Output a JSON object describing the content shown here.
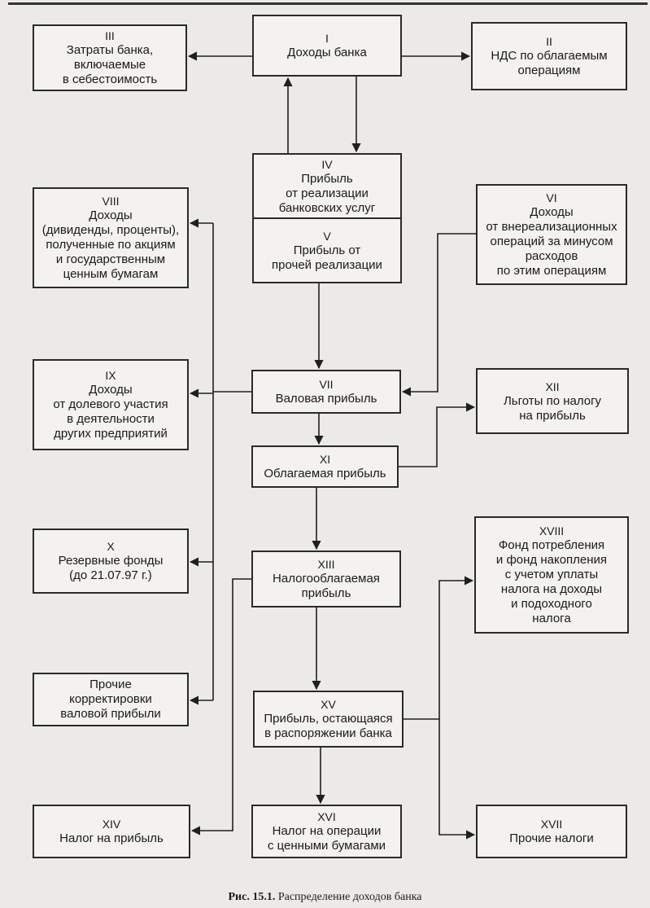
{
  "diagram": {
    "nodes": {
      "i": {
        "num": "I",
        "text": "Доходы банка"
      },
      "ii": {
        "num": "II",
        "text": "НДС по облагаемым\nоперациям"
      },
      "iii": {
        "num": "III",
        "text": "Затраты банка,\nвключаемые\nв себестоимость"
      },
      "iv": {
        "num": "IV",
        "text": "Прибыль\nот реализации\nбанковских услуг"
      },
      "v": {
        "num": "V",
        "text": "Прибыль от\nпрочей реализации"
      },
      "vi": {
        "num": "VI",
        "text": "Доходы\nот внереализационных\nопераций за минусом\nрасходов\nпо этим операциям"
      },
      "vii": {
        "num": "VII",
        "text": "Валовая прибыль"
      },
      "viii": {
        "num": "VIII",
        "text": "Доходы\n(дивиденды, проценты),\nполученные по акциям\nи государственным\nценным бумагам"
      },
      "ix": {
        "num": "IX",
        "text": "Доходы\nот долевого участия\nв деятельности\nдругих предприятий"
      },
      "x": {
        "num": "X",
        "text": "Резервные фонды\n(до 21.07.97 г.)"
      },
      "xi": {
        "num": "XI",
        "text": "Облагаемая прибыль"
      },
      "xii": {
        "num": "XII",
        "text": "Льготы по налогу\nна прибыль"
      },
      "xiii": {
        "num": "XIII",
        "text": "Налогооблагаемая\nприбыль"
      },
      "other": {
        "num": "",
        "text": "Прочие\nкорректировки\nваловой прибыли"
      },
      "xiv": {
        "num": "XIV",
        "text": "Налог на прибыль"
      },
      "xv": {
        "num": "XV",
        "text": "Прибыль, остающаяся\nв распоряжении банка"
      },
      "xvi": {
        "num": "XVI",
        "text": "Налог на операции\nс ценными бумагами"
      },
      "xvii": {
        "num": "XVII",
        "text": "Прочие налоги"
      },
      "xviii": {
        "num": "XVIII",
        "text": "Фонд потребления\nи фонд накопления\nс учетом уплаты\nналога на доходы\nи подоходного\nналога"
      }
    }
  },
  "caption": {
    "label": "Рис. 15.1.",
    "text": "Распределение доходов банка"
  }
}
